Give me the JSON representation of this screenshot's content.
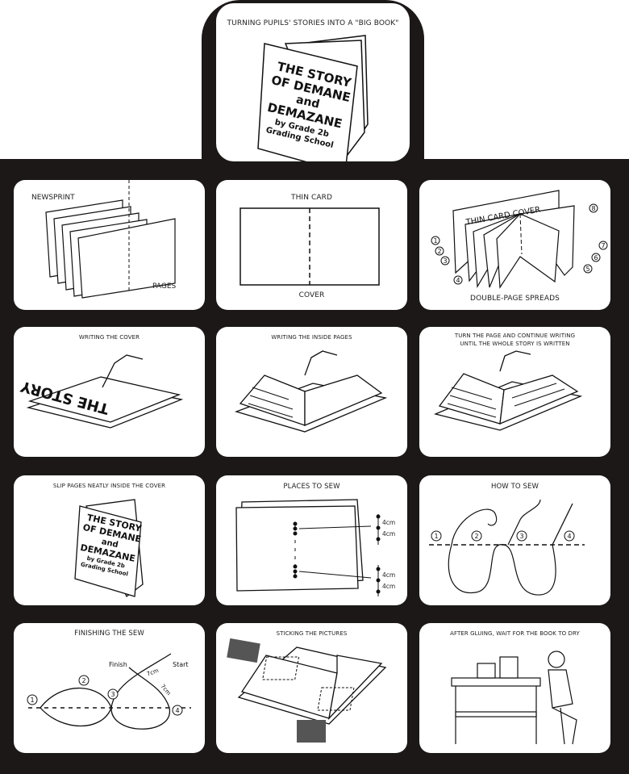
{
  "title": "TURNING PUPILS' STORIES INTO A \"BIG BOOK\"",
  "book_cover": {
    "line1": "THE STORY",
    "line2": "OF DEMANE",
    "line3": "and",
    "line4": "DEMAZANE",
    "line5": "by Grade 2b",
    "line6": "Grading School"
  },
  "steps": {
    "newsprint": {
      "title": "NEWSPRINT",
      "label": "PAGES"
    },
    "thin_card": {
      "title": "THIN CARD",
      "label": "COVER"
    },
    "spreads": {
      "title": "DOUBLE-PAGE SPREADS",
      "label": "THIN CARD COVER",
      "numbers": [
        "1",
        "2",
        "3",
        "4",
        "5",
        "6",
        "7",
        "8"
      ]
    },
    "writing_cover": {
      "title": "WRITING THE COVER",
      "cover_word": "THE STORY"
    },
    "writing_inside": {
      "title": "WRITING THE INSIDE PAGES"
    },
    "turn_page": {
      "title_line1": "TURN THE PAGE AND CONTINUE WRITING",
      "title_line2": "UNTIL THE WHOLE STORY IS WRITTEN"
    },
    "slip_pages": {
      "title": "SLIP PAGES NEATLY INSIDE THE COVER"
    },
    "places_to_sew": {
      "title": "PLACES TO SEW",
      "measures": [
        "4cm",
        "4cm",
        "4cm",
        "4cm"
      ]
    },
    "how_to_sew": {
      "title": "HOW TO SEW",
      "numbers": [
        "1",
        "2",
        "3",
        "4"
      ]
    },
    "finishing": {
      "title": "FINISHING THE SEW",
      "finish": "Finish",
      "start": "Start",
      "measure1": "7cm",
      "measure2": "7cm",
      "numbers": [
        "1",
        "2",
        "3",
        "4"
      ]
    },
    "sticking": {
      "title": "STICKING THE  PICTURES"
    },
    "drying": {
      "title": "AFTER GLUING, WAIT FOR THE BOOK TO DRY"
    }
  }
}
